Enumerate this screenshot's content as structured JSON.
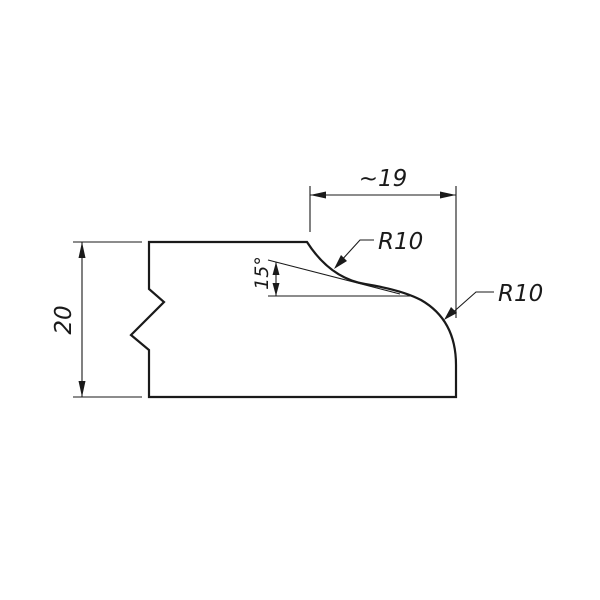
{
  "drawing": {
    "dimensions": {
      "height_label": "20",
      "width_label": "~19",
      "angle_label": "15°",
      "radius_top_label": "R10",
      "radius_bottom_label": "R10"
    },
    "colors": {
      "line": "#1a1a1a",
      "background": "#ffffff"
    }
  }
}
